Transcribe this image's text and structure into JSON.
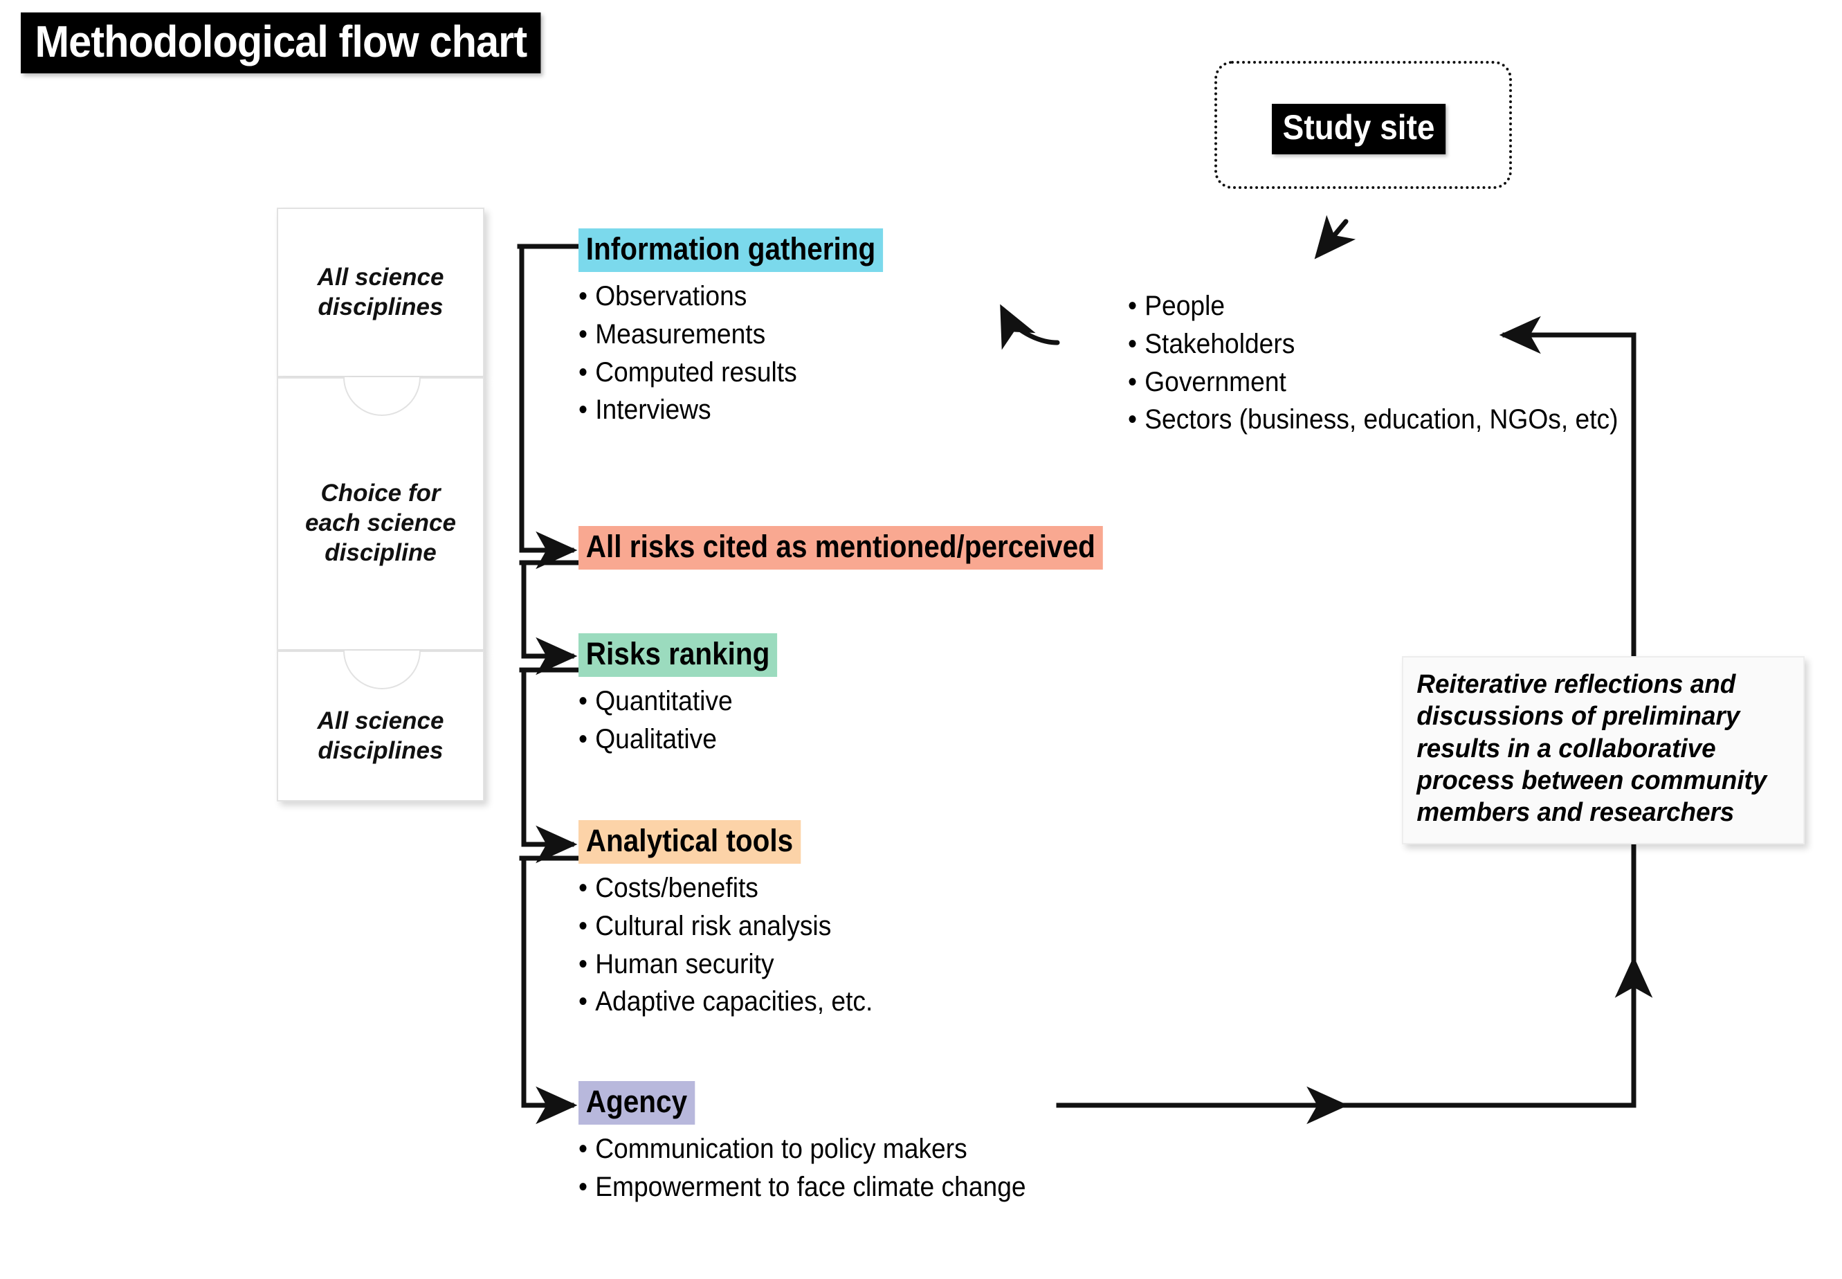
{
  "title": "Methodological flow chart",
  "study_site": {
    "label": "Study site"
  },
  "left_column": {
    "pieces": [
      {
        "name": "all-science-disciplines-top",
        "lines": [
          "All science",
          "disciplines"
        ]
      },
      {
        "name": "choice-for-each-science-discipline",
        "lines": [
          "Choice for",
          "each science",
          "discipline"
        ]
      },
      {
        "name": "all-science-disciplines-bottom",
        "lines": [
          "All science",
          "disciplines"
        ]
      }
    ]
  },
  "sections": [
    {
      "id": "information-gathering",
      "title": "Information gathering",
      "color": "#7BD9EC",
      "bullets": [
        "Observations",
        "Measurements",
        "Computed results",
        "Interviews"
      ]
    },
    {
      "id": "all-risks-cited",
      "title": "All risks cited as mentioned/perceived",
      "color": "#F9A891",
      "bullets": []
    },
    {
      "id": "risks-ranking",
      "title": "Risks ranking",
      "color": "#9BDBBE",
      "bullets": [
        "Quantitative",
        "Qualitative"
      ]
    },
    {
      "id": "analytical-tools",
      "title": "Analytical tools",
      "color": "#FCD3A8",
      "bullets": [
        "Costs/benefits",
        "Cultural risk analysis",
        "Human security",
        "Adaptive capacities, etc."
      ]
    },
    {
      "id": "agency",
      "title": "Agency",
      "color": "#B8B8DC",
      "bullets": [
        "Communication to policy makers",
        "Empowerment to face climate change"
      ]
    }
  ],
  "stakeholders": {
    "items": [
      "People",
      "Stakeholders",
      "Government",
      "Sectors (business, education, NGOs, etc)"
    ]
  },
  "reiterative_note": {
    "text": "Reiterative reflections and discussions of preliminary results in a collaborative process between community members and researchers",
    "lines": [
      "Reiterative reflections and",
      "discussions of preliminary",
      "results in a collaborative",
      "process between community",
      "members and researchers"
    ]
  },
  "colors": {
    "information_gathering": "#7BD9EC",
    "all_risks": "#F9A891",
    "risks_ranking": "#9BDBBE",
    "analytical_tools": "#FCD3A8",
    "agency": "#B8B8DC",
    "title_bar": "#000000",
    "wire": "#111111"
  }
}
